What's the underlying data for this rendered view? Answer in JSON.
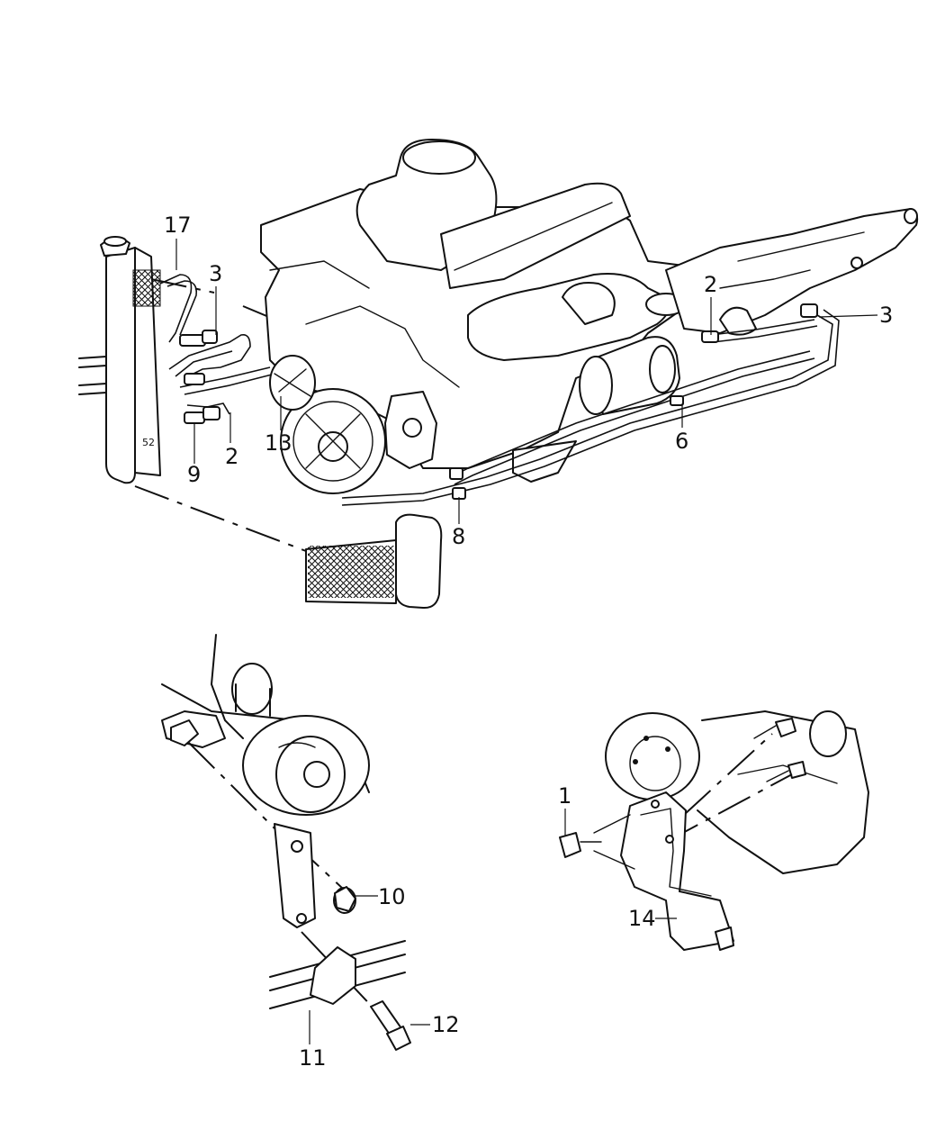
{
  "diagram": {
    "callouts": {
      "c17": "17",
      "c3_left": "3",
      "c2_left": "2",
      "c9": "9",
      "c13": "13",
      "c2_right": "2",
      "c3_right": "3",
      "c6": "6",
      "c8": "8",
      "c10": "10",
      "c11": "11",
      "c12": "12",
      "c1": "1",
      "c14": "14"
    },
    "radiator_label": "52"
  }
}
